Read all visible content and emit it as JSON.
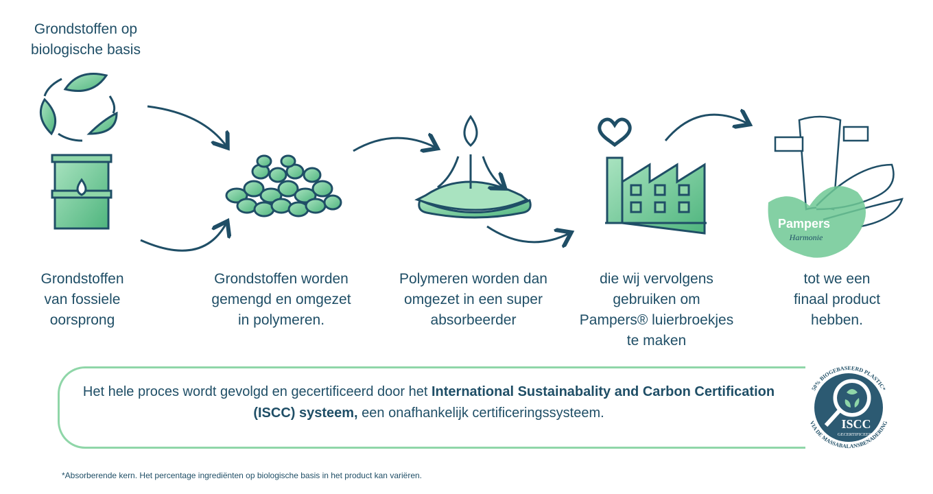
{
  "top_label": {
    "line1": "Grondstoffen op",
    "line2": "biologische basis"
  },
  "steps": [
    {
      "lines": [
        "Grondstoffen",
        "van fossiele",
        "oorsprong"
      ],
      "icon": "oil-barrel-icon"
    },
    {
      "lines": [
        "Grondstoffen worden",
        "gemengd en omgezet",
        "in polymeren."
      ],
      "icon": "pellets-icon"
    },
    {
      "lines": [
        "Polymeren worden dan",
        "omgezet in een super",
        "absorbeerder"
      ],
      "icon": "droplet-absorber-icon"
    },
    {
      "lines": [
        "die wij vervolgens",
        "gebruiken om",
        "Pampers® luierbroekjes",
        "te maken"
      ],
      "icon": "factory-icon"
    },
    {
      "lines": [
        "tot we een",
        "finaal product",
        "hebben."
      ],
      "icon": "diaper-product-icon"
    }
  ],
  "product_logo": {
    "brand": "Pampers",
    "sub": "Harmonie"
  },
  "certification": {
    "text_before": "Het hele proces wordt gevolgd en gecertificeerd door het ",
    "bold": "International Sustainabality and Carbon Certification (ISCC) systeem,",
    "text_after": " een onafhankelijk certificeringssysteem."
  },
  "seal": {
    "top_arc": "50% BIOGEBASEERD PLASTIC*",
    "bottom_arc": "VIA DE MASSABALANSBENADERING",
    "title": "ISCC",
    "subtitle": "GECERTIFICEERD"
  },
  "footnote": "*Absorberende kern. Het percentage ingrediënten op biologische basis in het product kan variëren.",
  "colors": {
    "text": "#1f4e66",
    "accent_green": "#8fd6a8",
    "icon_fill": "#6fc894"
  }
}
